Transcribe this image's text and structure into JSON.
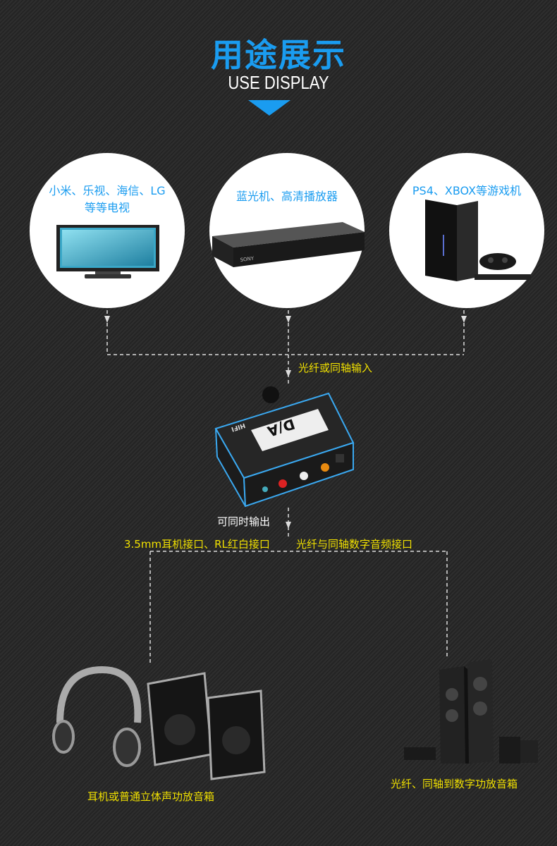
{
  "header": {
    "title": "用途展示",
    "subtitle": "USE DISPLAY"
  },
  "sources": [
    {
      "label": "小米、乐视、海信、LG等等电视",
      "line1": "小米、乐视、海信、LG",
      "line2": "等等电视",
      "icon": "tv-icon"
    },
    {
      "label": "蓝光机、高清播放器",
      "icon": "bluray-player-icon",
      "brand": "SONY"
    },
    {
      "label": "PS4、XBOX等游戏机",
      "icon": "game-console-icon"
    }
  ],
  "input_label": "光纤或同轴输入",
  "device": {
    "brand_text": "HIFI",
    "logo_text": "D/A"
  },
  "output_label": "可同时输出",
  "output_left": "3.5mm耳机接口、RL红白接口",
  "output_right": "光纤与同轴数字音频接口",
  "targets": [
    {
      "label": "耳机或普通立体声功放音箱"
    },
    {
      "label": "光纤、同轴到数字功放音箱"
    }
  ],
  "colors": {
    "accent": "#1a9cf0",
    "yellow": "#f0e000"
  }
}
